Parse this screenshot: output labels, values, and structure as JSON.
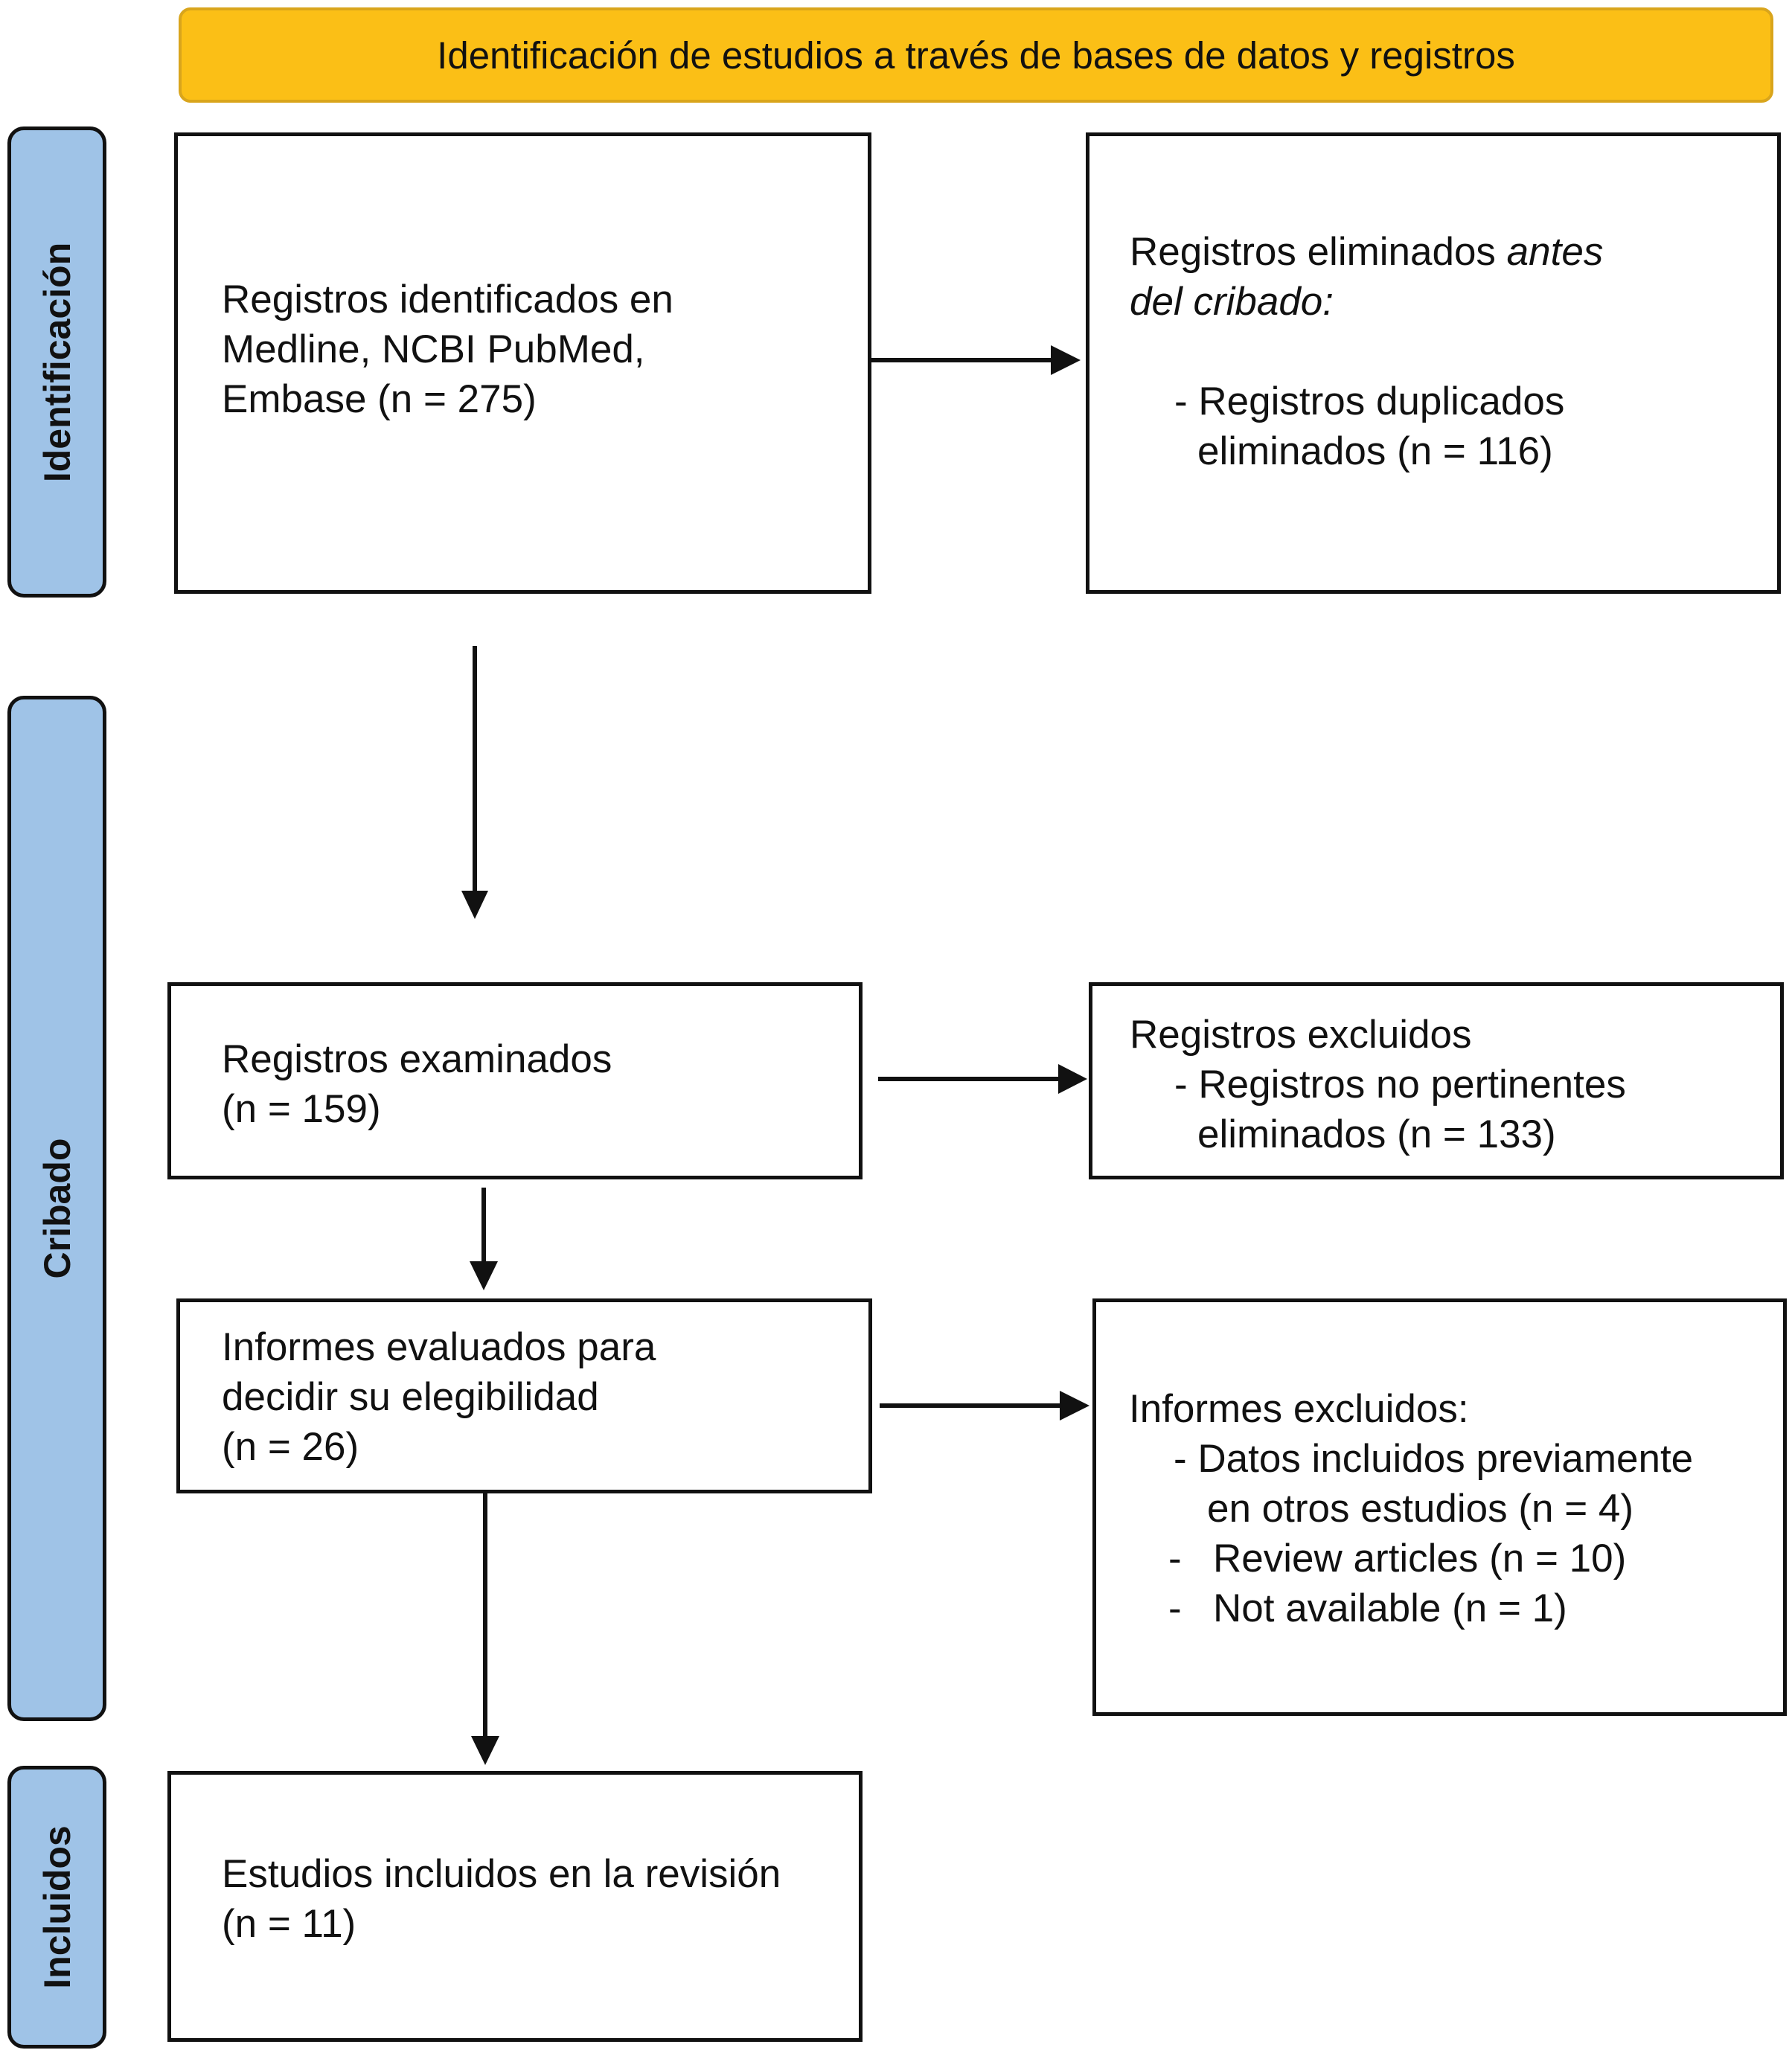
{
  "header": {
    "title": "Identificación de estudios a través de bases de datos y registros",
    "color": "#fbbf16"
  },
  "phases": {
    "identification": "Identificación",
    "screening": "Cribado",
    "included": "Incluidos",
    "color": "#9fc3e7"
  },
  "boxes": {
    "records_identified": {
      "lines": [
        "Registros identificados en",
        "Medline, NCBI PubMed,",
        "Embase (n = 275)"
      ]
    },
    "records_removed": {
      "line1_normal": "Registros eliminados ",
      "line1_italic": "antes",
      "line2_italic": "del cribado:",
      "item_line1": "- Registros duplicados",
      "item_line2": "eliminados (n = 116)"
    },
    "records_screened": {
      "lines": [
        "Registros examinados",
        "(n = 159)"
      ]
    },
    "records_excluded": {
      "title": "Registros excluidos",
      "item_line1": "- Registros no pertinentes",
      "item_line2": "eliminados (n = 133)"
    },
    "reports_assessed": {
      "lines": [
        "Informes evaluados para",
        "decidir su elegibilidad",
        "(n = 26)"
      ]
    },
    "reports_excluded": {
      "title": "Informes excluidos:",
      "item1_line1": "- Datos incluidos previamente",
      "item1_line2": "en otros estudios (n = 4)",
      "dash": "-",
      "item2": "Review articles (n = 10)",
      "item3": "Not available (n = 1)"
    },
    "studies_included": {
      "lines": [
        "Estudios incluidos en la revisión",
        "(n = 11)"
      ]
    }
  }
}
